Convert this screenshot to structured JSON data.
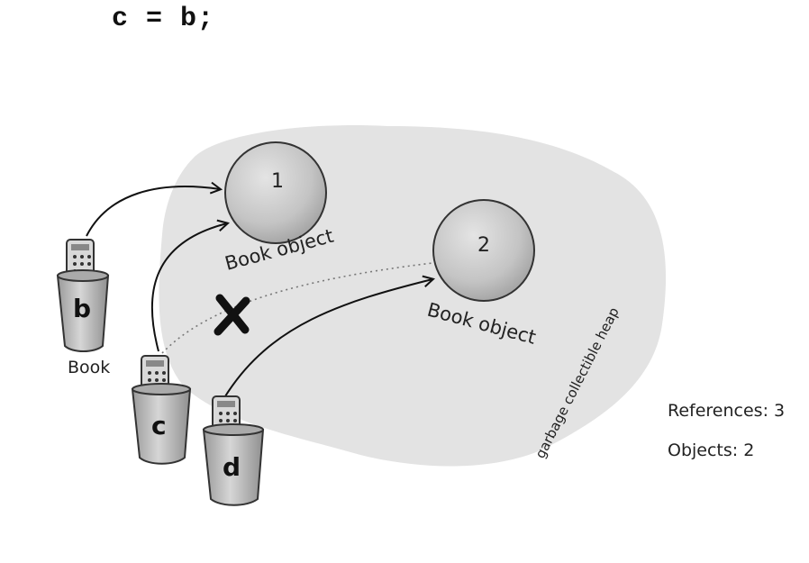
{
  "code": "c = b;",
  "heap_label": "garbage collectible heap",
  "objects": [
    {
      "number": "1",
      "label": "Book object"
    },
    {
      "number": "2",
      "label": "Book object"
    }
  ],
  "references": [
    {
      "name": "b",
      "type_label": "Book"
    },
    {
      "name": "c"
    },
    {
      "name": "d"
    }
  ],
  "stats": {
    "references_label": "References: 3",
    "objects_label": "Objects: 2"
  },
  "colors": {
    "heap": "#e3e3e3",
    "object": "#c9c9c9",
    "cup": "#bdbdbd",
    "ink": "#111111"
  }
}
